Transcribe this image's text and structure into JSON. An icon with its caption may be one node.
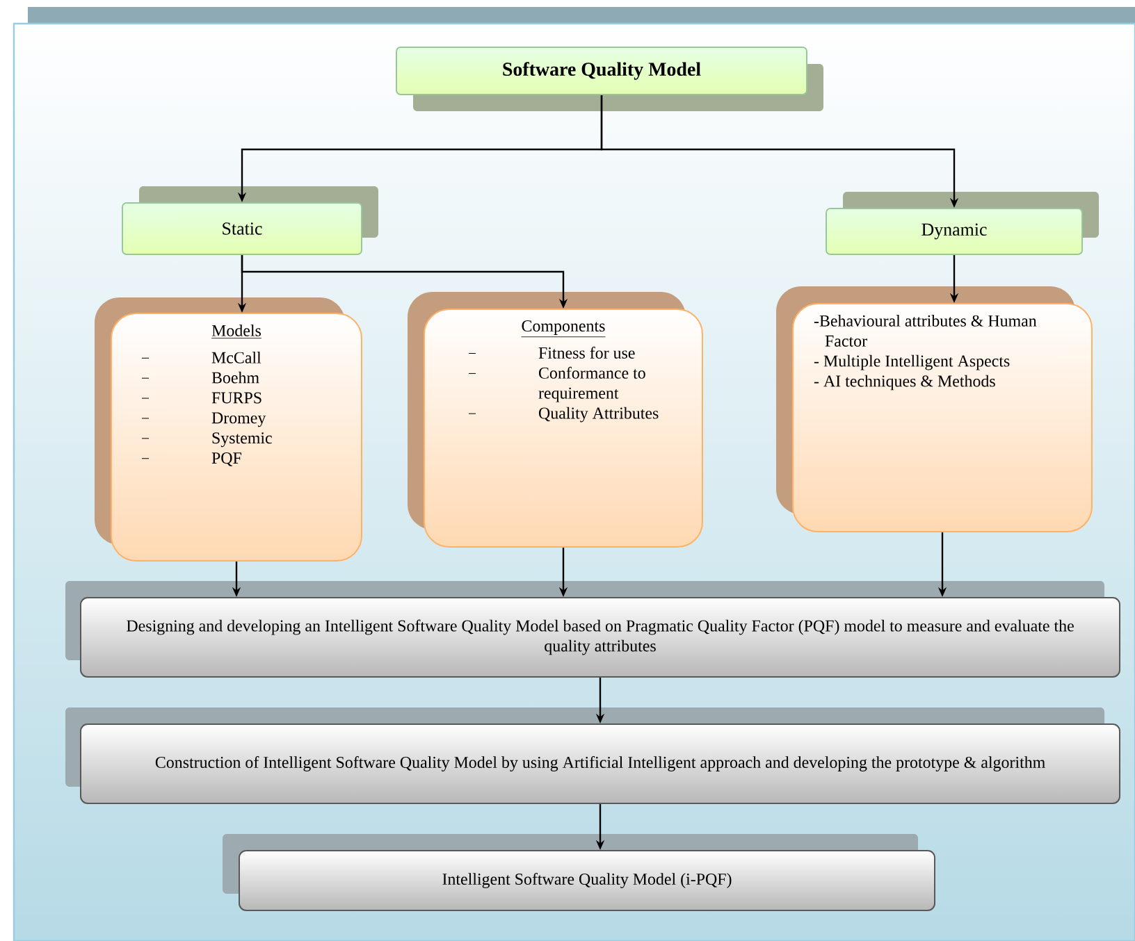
{
  "diagram": {
    "nodes": [
      {
        "text": [
          "Software Quality Model"
        ]
      },
      {
        "text": [
          "Static"
        ]
      },
      {
        "text": [
          "Dynamic"
        ]
      },
      {
        "text": [
          "Models",
          "McCall",
          "Boehm",
          "FURPS",
          "Dromey",
          "Systemic",
          "PQF"
        ]
      },
      {
        "text": [
          "Components",
          "Fitness for use",
          "Conformance to requirement",
          "Quality Attributes"
        ]
      },
      {
        "text": [
          "-Behavioural attributes & Human Factor",
          "- Multiple Intelligent Aspects",
          "- AI techniques & Methods"
        ]
      },
      {
        "text": [
          "Designing and developing an Intelligent Software Quality Model based on Pragmatic Quality Factor (PQF) model to measure and evaluate the quality attributes"
        ]
      },
      {
        "text": [
          "Construction of Intelligent Software Quality Model by using Artificial Intelligent approach and developing the prototype & algorithm"
        ]
      },
      {
        "text": [
          "Intelligent Software Quality Model (i-PQF)"
        ]
      }
    ],
    "edges": [
      {
        "from": 0,
        "to": 1,
        "arrow": "to"
      },
      {
        "from": 0,
        "to": 2,
        "arrow": "to"
      },
      {
        "from": 1,
        "to": 3,
        "arrow": "to"
      },
      {
        "from": 1,
        "to": 4,
        "arrow": "to"
      },
      {
        "from": 2,
        "to": 5,
        "arrow": "to"
      },
      {
        "from": 3,
        "to": 6,
        "arrow": "to"
      },
      {
        "from": 4,
        "to": 6,
        "arrow": "to"
      },
      {
        "from": 5,
        "to": 6,
        "arrow": "to"
      },
      {
        "from": 6,
        "to": 7,
        "arrow": "to"
      },
      {
        "from": 7,
        "to": 8,
        "arrow": "to"
      }
    ]
  }
}
